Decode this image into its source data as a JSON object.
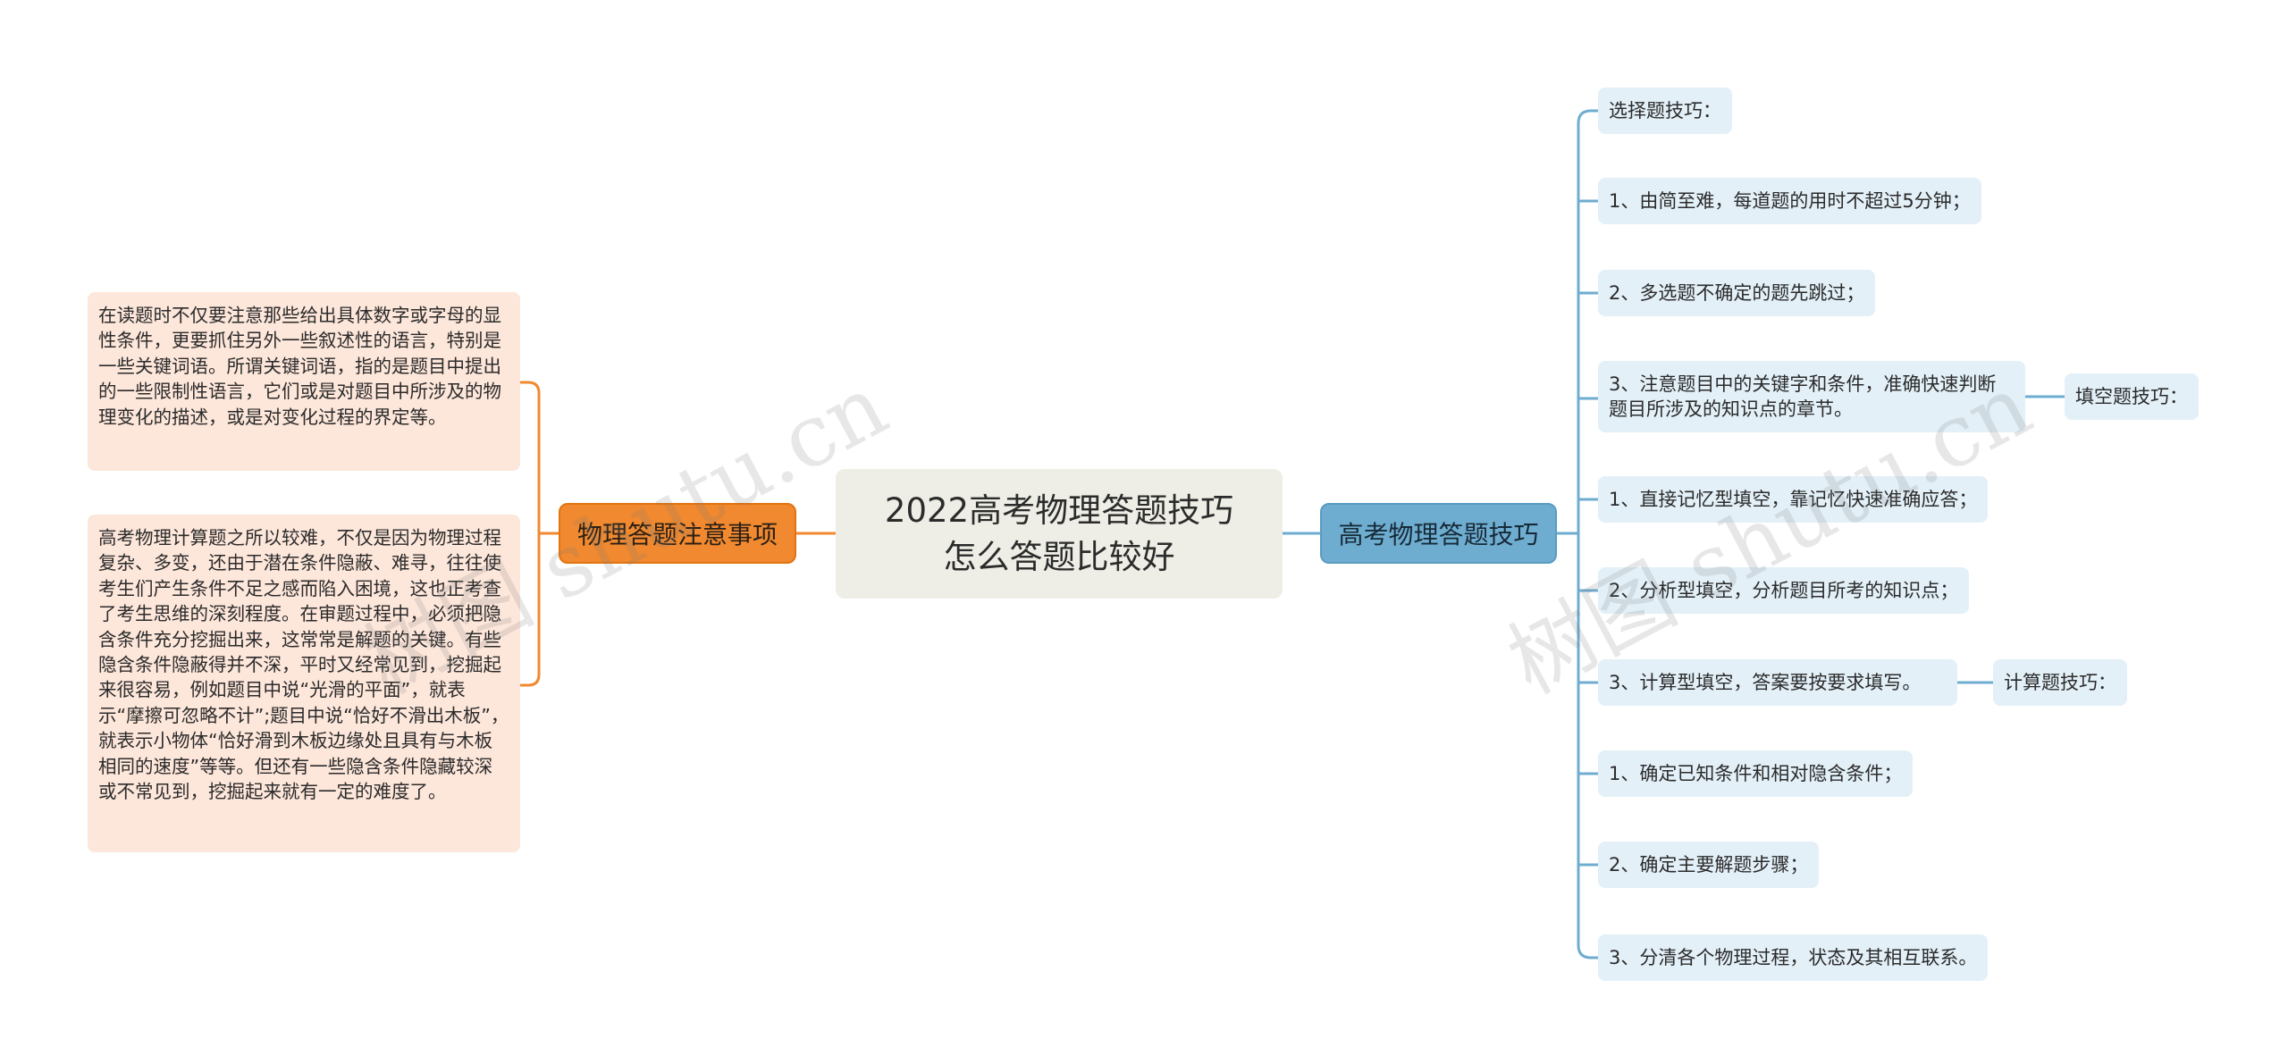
{
  "root": {
    "title_line1": "2022高考物理答题技巧",
    "title_line2": "怎么答题比较好"
  },
  "left": {
    "label": "物理答题注意事项",
    "notes": [
      "在读题时不仅要注意那些给出具体数字或字母的显性条件，更要抓住另外一些叙述性的语言，特别是一些关键词语。所谓关键词语，指的是题目中提出的一些限制性语言，它们或是对题目中所涉及的物理变化的描述，或是对变化过程的界定等。",
      "高考物理计算题之所以较难，不仅是因为物理过程复杂、多变，还由于潜在条件隐蔽、难寻，往往使考生们产生条件不足之感而陷入困境，这也正考查了考生思维的深刻程度。在审题过程中，必须把隐含条件充分挖掘出来，这常常是解题的关键。有些隐含条件隐蔽得并不深，平时又经常见到，挖掘起来很容易，例如题目中说“光滑的平面”，就表示“摩擦可忽略不计”;题目中说“恰好不滑出木板”，就表示小物体“恰好滑到木板边缘处且具有与木板相同的速度”等等。但还有一些隐含条件隐藏较深或不常见到，挖掘起来就有一定的难度了。"
    ]
  },
  "right": {
    "label": "高考物理答题技巧",
    "items": [
      "选择题技巧：",
      "1、由简至难，每道题的用时不超过5分钟；",
      "2、多选题不确定的题先跳过；",
      "3、注意题目中的关键字和条件，准确快速判断题目所涉及的知识点的章节。",
      "1、直接记忆型填空，靠记忆快速准确应答；",
      "2、分析型填空，分析题目所考的知识点；",
      "3、计算型填空，答案要按要求填写。",
      "1、确定已知条件和相对隐含条件；",
      "2、确定主要解题步骤；",
      "3、分清各个物理过程，状态及其相互联系。"
    ],
    "sub_fill": "填空题技巧：",
    "sub_calc": "计算题技巧："
  },
  "watermarks": [
    "树图 shutu.cn",
    "树图 shutu.cn"
  ],
  "colors": {
    "left_accent": "#f0892f",
    "right_accent": "#6fadd0",
    "note_bg": "#fde6da",
    "leaf_bg": "#e3f0f8",
    "root_bg": "#eeeee6"
  }
}
